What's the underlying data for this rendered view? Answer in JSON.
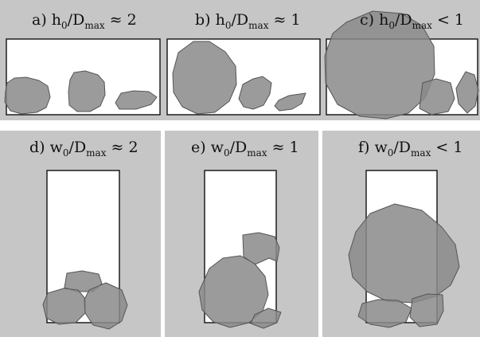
{
  "colors": {
    "panel_background": "#c6c6c6",
    "container_fill": "#ffffff",
    "container_stroke": "#111111",
    "particle_fill": "#8a8a8a",
    "particle_stroke": "#555555",
    "separator": "#ffffff"
  },
  "panels": [
    {
      "id": "a",
      "prefix": "a) ",
      "var": "h",
      "var_sub": "0",
      "slash": "/",
      "denom": "D",
      "denom_sub": "max",
      "relation": " ≈ 2"
    },
    {
      "id": "b",
      "prefix": "b) ",
      "var": "h",
      "var_sub": "0",
      "slash": "/",
      "denom": "D",
      "denom_sub": "max",
      "relation": " ≈ 1"
    },
    {
      "id": "c",
      "prefix": "c) ",
      "var": "h",
      "var_sub": "0",
      "slash": "/",
      "denom": "D",
      "denom_sub": "max",
      "relation": " < 1"
    },
    {
      "id": "d",
      "prefix": "d) ",
      "var": "w",
      "var_sub": "0",
      "slash": "/",
      "denom": "D",
      "denom_sub": "max",
      "relation": " ≈ 2"
    },
    {
      "id": "e",
      "prefix": "e) ",
      "var": "w",
      "var_sub": "0",
      "slash": "/",
      "denom": "D",
      "denom_sub": "max",
      "relation": " ≈ 1"
    },
    {
      "id": "f",
      "prefix": "f) ",
      "var": "w",
      "var_sub": "0",
      "slash": "/",
      "denom": "D",
      "denom_sub": "max",
      "relation": " < 1"
    }
  ]
}
